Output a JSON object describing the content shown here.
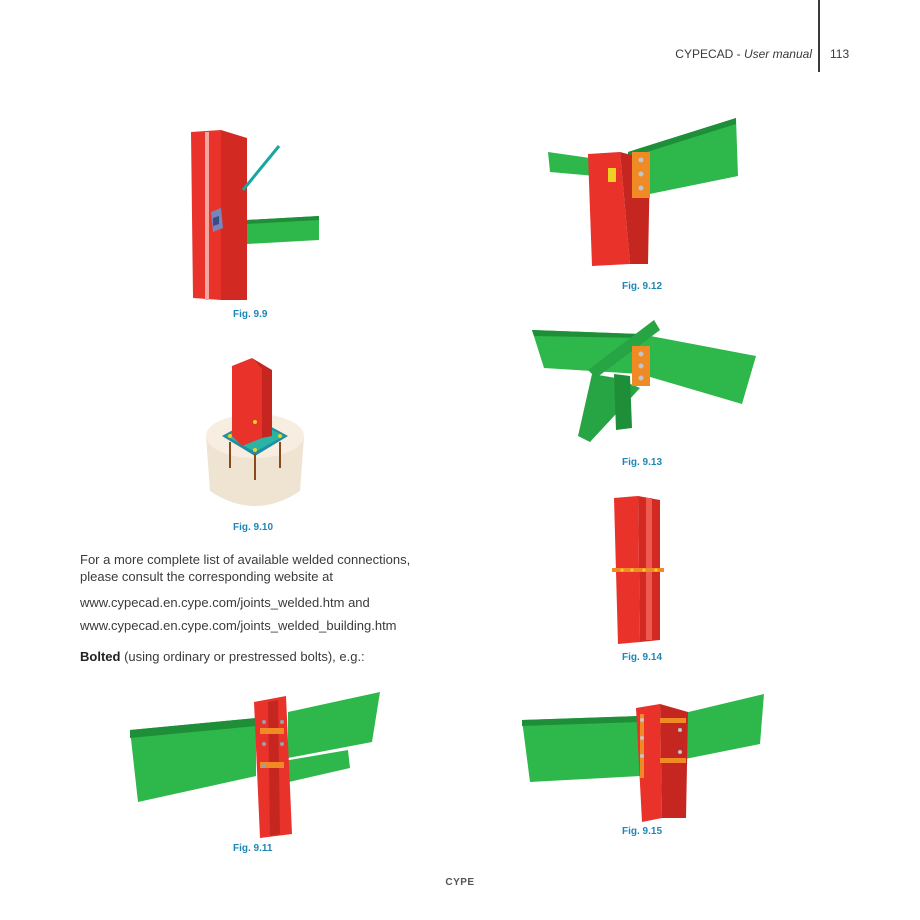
{
  "header": {
    "title_main": "CYPECAD -",
    "title_italic": "User manual",
    "page_number": "113"
  },
  "figures": {
    "fig_9_9": "Fig. 9.9",
    "fig_9_10": "Fig. 9.10",
    "fig_9_11": "Fig. 9.11",
    "fig_9_12": "Fig. 9.12",
    "fig_9_13": "Fig. 9.13",
    "fig_9_14": "Fig. 9.14",
    "fig_9_15": "Fig. 9.15"
  },
  "body": {
    "line1": "For a more complete list of available welded connections,",
    "line2": "please consult the corresponding website at",
    "line3": "www.cypecad.en.cype.com/joints_welded.htm and",
    "line4": "www.cypecad.en.cype.com/joints_welded_building.htm",
    "bolted_bold": "Bolted",
    "bolted_rest": " (using ordinary or prestressed bolts), e.g.:"
  },
  "footer": {
    "brand": "CYPE"
  },
  "colors": {
    "steel_red": "#e8322a",
    "beam_green": "#2eb84b",
    "caption_blue": "#1e86b6",
    "plate_orange": "#f08a24",
    "concrete": "#efe3d2"
  }
}
